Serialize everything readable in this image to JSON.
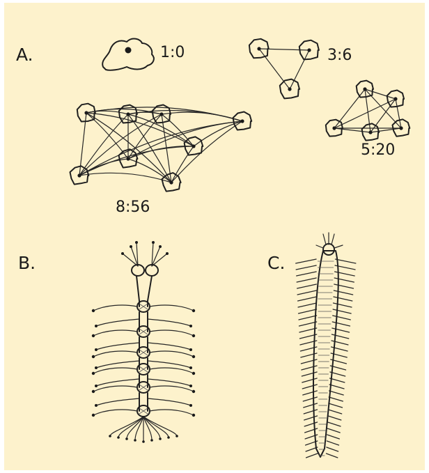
{
  "panels": {
    "a": {
      "label": "A.",
      "cell_groups": [
        {
          "name": "1:0",
          "ratio": "1:0"
        },
        {
          "name": "3:6",
          "ratio": "3:6"
        },
        {
          "name": "5:20",
          "ratio": "5:20"
        },
        {
          "name": "8:56",
          "ratio": "8:56"
        }
      ]
    },
    "b": {
      "label": "B."
    },
    "c": {
      "label": "C."
    }
  },
  "colors": {
    "paper": "#fdf2cc",
    "ink": "#1f1f1f"
  }
}
